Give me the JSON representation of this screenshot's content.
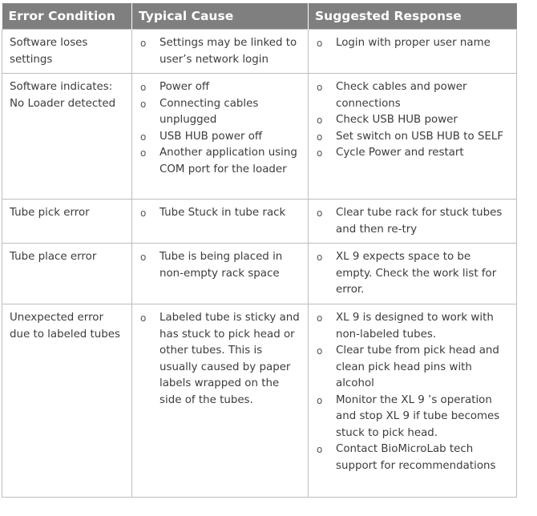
{
  "headers": [
    "Error Condition",
    "Typical Cause",
    "Suggested Response"
  ],
  "bullet_glyph": "o",
  "rows": [
    {
      "condition": "Software loses settings",
      "causes": [
        "Settings may be linked to user’s network login"
      ],
      "responses": [
        "Login with proper user name"
      ]
    },
    {
      "condition": "Software indicates: No Loader detected",
      "causes": [
        "Power off",
        "Connecting cables unplugged",
        "USB HUB power off",
        "Another application using COM port for the loader"
      ],
      "responses": [
        "Check cables and power connections",
        "Check USB HUB power",
        "Set switch on USB HUB to SELF",
        "Cycle Power and restart"
      ]
    },
    {
      "condition": "Tube pick error",
      "causes": [
        "Tube Stuck in tube rack"
      ],
      "responses": [
        "Clear tube rack for stuck tubes and then re-try"
      ]
    },
    {
      "condition": "Tube place error",
      "causes": [
        "Tube is being placed in non-empty rack space"
      ],
      "responses": [
        "XL 9  expects space to be empty.  Check the work list for error."
      ]
    },
    {
      "condition": "Unexpected error due to labeled tubes",
      "causes": [
        "Labeled tube is sticky and has stuck to pick head or other tubes. This is usually caused by paper labels wrapped on the side of the tubes."
      ],
      "responses": [
        "XL 9  is designed to work with non-labeled tubes.",
        "Clear tube from pick head and clean pick head pins with alcohol",
        "Monitor the XL 9 ’s operation and stop XL 9  if tube becomes stuck to pick head.",
        "Contact BioMicroLab tech support for recommendations"
      ]
    }
  ]
}
